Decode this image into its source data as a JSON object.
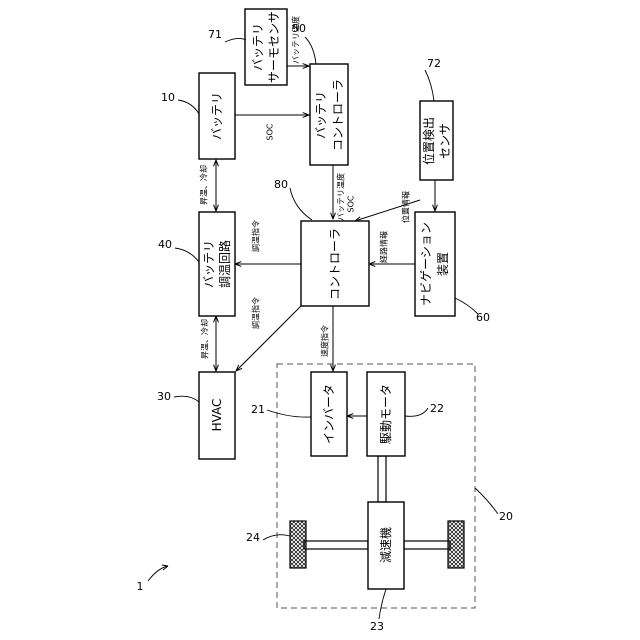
{
  "blocks": {
    "battery": "バッテリ",
    "thermo_sensor": [
      "バッテリ",
      "サーモセンサ"
    ],
    "battery_controller": [
      "バッテリ",
      "コントローラ"
    ],
    "position_sensor": [
      "位置検出",
      "センサ"
    ],
    "temp_circuit": [
      "バッテリ",
      "調温回路"
    ],
    "controller": "コントローラ",
    "navigation": [
      "ナビゲーション",
      "装置"
    ],
    "hvac": "HVAC",
    "inverter": "インバータ",
    "motor": "駆動モータ",
    "reducer": "減速機"
  },
  "signals": {
    "battery_temp_top": "バッテリ温度",
    "soc_top": "SOC",
    "heat_cool_1": "昇温、冷却",
    "temp_cmd_1": "調温指令",
    "batt_temp_soc": [
      "バッテリ温度",
      "SOC"
    ],
    "position_info": "位置情報",
    "route_info": "経路情報",
    "heat_cool_2": "昇温、冷却",
    "temp_cmd_2": "調温指令",
    "speed_cmd": "速度指令"
  },
  "refs": {
    "r71": "71",
    "r50": "50",
    "r72": "72",
    "r10": "10",
    "r80": "80",
    "r40": "40",
    "r60": "60",
    "r30": "30",
    "r21": "21",
    "r22": "22",
    "r20": "20",
    "r24": "24",
    "r23": "23",
    "r1": "1"
  },
  "colors": {
    "line": "#000000",
    "dashed_frame": "#555555",
    "wheel_hatch": "#000000"
  }
}
